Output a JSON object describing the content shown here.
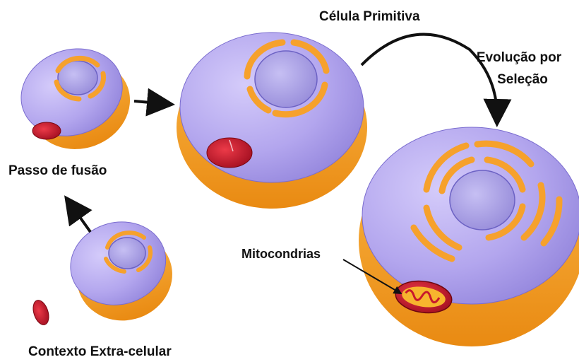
{
  "labels": {
    "primitive_cell": "Célula Primitiva",
    "evolution_line1": "Evolução por",
    "evolution_line2": "Seleção",
    "fusion_step": "Passo de fusão",
    "mitochondria": "Mitocondrias",
    "extracellular_context": "Contexto Extra-celular"
  },
  "colors": {
    "background": "#ffffff",
    "cell_top": "#b7a9ee",
    "cell_side": "#f7a22a",
    "organelle": "#f6a12c",
    "nucleus": "#a9a0e2",
    "mitochondria": "#c8182c",
    "arrow": "#111111"
  }
}
